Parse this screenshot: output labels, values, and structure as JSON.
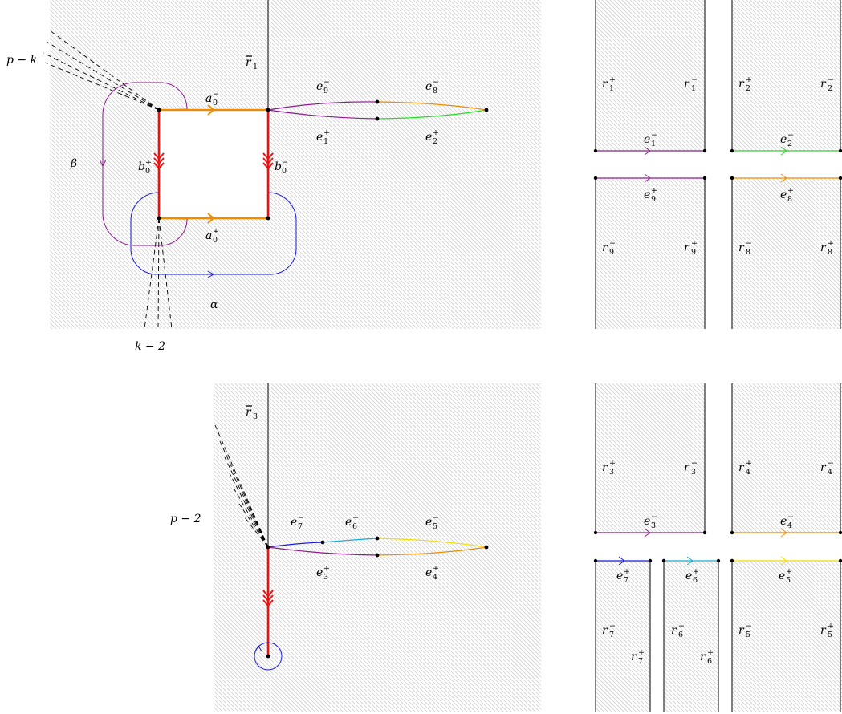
{
  "labels": {
    "r1bar": {
      "base": "r",
      "sub": "1",
      "bar": true
    },
    "r3bar": {
      "base": "r",
      "sub": "3",
      "bar": true
    },
    "pk": {
      "text": "p − k"
    },
    "km2": {
      "text": "k − 2"
    },
    "pm2": {
      "text": "p − 2"
    },
    "beta": {
      "text": "β"
    },
    "alpha": {
      "text": "α"
    },
    "a0m": {
      "base": "a",
      "sub": "0",
      "sup": "−"
    },
    "a0p": {
      "base": "a",
      "sub": "0",
      "sup": "+"
    },
    "b0p": {
      "base": "b",
      "sub": "0",
      "sup": "+"
    },
    "b0m": {
      "base": "b",
      "sub": "0",
      "sup": "−"
    },
    "e9m": {
      "base": "e",
      "sub": "9",
      "sup": "−"
    },
    "e8m": {
      "base": "e",
      "sub": "8",
      "sup": "−"
    },
    "e1p": {
      "base": "e",
      "sub": "1",
      "sup": "+"
    },
    "e2p": {
      "base": "e",
      "sub": "2",
      "sup": "+"
    },
    "e7m": {
      "base": "e",
      "sub": "7",
      "sup": "−"
    },
    "e6m": {
      "base": "e",
      "sub": "6",
      "sup": "−"
    },
    "e5m": {
      "base": "e",
      "sub": "5",
      "sup": "−"
    },
    "e3p": {
      "base": "e",
      "sub": "3",
      "sup": "+"
    },
    "e4p": {
      "base": "e",
      "sub": "4",
      "sup": "+"
    },
    "pr1p": {
      "base": "r",
      "sub": "1",
      "sup": "+"
    },
    "pr1m": {
      "base": "r",
      "sub": "1",
      "sup": "−"
    },
    "pr2p": {
      "base": "r",
      "sub": "2",
      "sup": "+"
    },
    "pr2m": {
      "base": "r",
      "sub": "2",
      "sup": "−"
    },
    "pe1m": {
      "base": "e",
      "sub": "1",
      "sup": "−"
    },
    "pe2m": {
      "base": "e",
      "sub": "2",
      "sup": "−"
    },
    "pe9p": {
      "base": "e",
      "sub": "9",
      "sup": "+"
    },
    "pe8p": {
      "base": "e",
      "sub": "8",
      "sup": "+"
    },
    "pr9m": {
      "base": "r",
      "sub": "9",
      "sup": "−"
    },
    "pr9p": {
      "base": "r",
      "sub": "9",
      "sup": "+"
    },
    "pr8m": {
      "base": "r",
      "sub": "8",
      "sup": "−"
    },
    "pr8p": {
      "base": "r",
      "sub": "8",
      "sup": "+"
    },
    "pr3p": {
      "base": "r",
      "sub": "3",
      "sup": "+"
    },
    "pr3m": {
      "base": "r",
      "sub": "3",
      "sup": "−"
    },
    "pr4p": {
      "base": "r",
      "sub": "4",
      "sup": "+"
    },
    "pr4m": {
      "base": "r",
      "sub": "4",
      "sup": "−"
    },
    "pe3m": {
      "base": "e",
      "sub": "3",
      "sup": "−"
    },
    "pe4m": {
      "base": "e",
      "sub": "4",
      "sup": "−"
    },
    "pe7p": {
      "base": "e",
      "sub": "7",
      "sup": "+"
    },
    "pe6p": {
      "base": "e",
      "sub": "6",
      "sup": "+"
    },
    "pe5p": {
      "base": "e",
      "sub": "5",
      "sup": "+"
    },
    "pr7m": {
      "base": "r",
      "sub": "7",
      "sup": "−"
    },
    "pr7p": {
      "base": "r",
      "sub": "7",
      "sup": "+"
    },
    "pr6m": {
      "base": "r",
      "sub": "6",
      "sup": "−"
    },
    "pr6p": {
      "base": "r",
      "sub": "6",
      "sup": "+"
    },
    "pr5m": {
      "base": "r",
      "sub": "5",
      "sup": "−"
    },
    "pr5p": {
      "base": "r",
      "sub": "5",
      "sup": "+"
    }
  },
  "colors": {
    "orange": "#f08c00",
    "red": "#ee1111",
    "purple": "#8e1a8e",
    "green": "#22dd22",
    "blue": "#1a1ad8",
    "cyan": "#1aaad8",
    "yellow": "#f2dd00",
    "hatch": "#c8c8c8"
  }
}
